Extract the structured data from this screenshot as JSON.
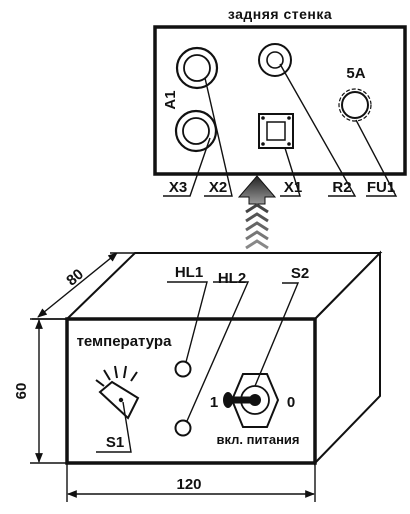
{
  "back_panel": {
    "title": "задняя стенка",
    "labels": {
      "a1": "A1",
      "fuse_rating": "5A",
      "x3": "X3",
      "x2": "X2",
      "x1": "X1",
      "r2": "R2",
      "fu1": "FU1"
    }
  },
  "front_panel": {
    "temperature": "температура",
    "hl1": "HL1",
    "hl2": "HL2",
    "s2": "S2",
    "s1": "S1",
    "switch_on": "1",
    "switch_off": "0",
    "power_switch": "вкл. питания"
  },
  "dimensions": {
    "depth": "80",
    "height": "60",
    "width": "120"
  }
}
